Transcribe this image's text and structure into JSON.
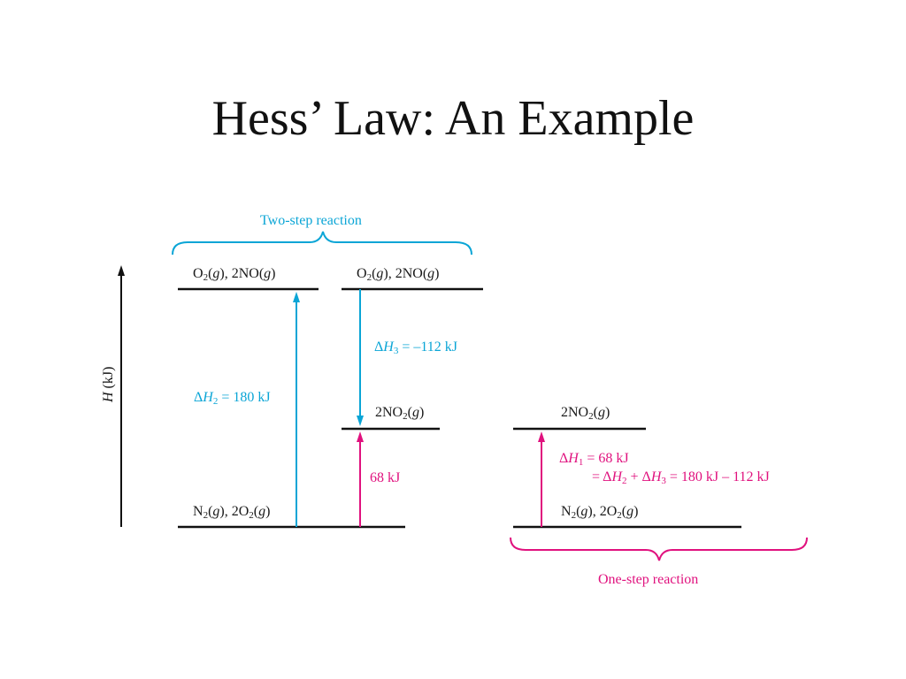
{
  "slide": {
    "title": "Hess’ Law:  An Example"
  },
  "diagram": {
    "axis_label": {
      "main": "H",
      "unit": " (kJ)"
    },
    "brackets": {
      "two_step": "Two-step reaction",
      "one_step": "One-step reaction"
    },
    "levels": {
      "o2_2no_left": {
        "a": "O",
        "a_sub": "2",
        "b": "(",
        "g": "g",
        "c": "), 2NO(",
        "g2": "g",
        "d": ")"
      },
      "o2_2no_mid": {
        "a": "O",
        "a_sub": "2",
        "b": "(",
        "g": "g",
        "c": "), 2NO(",
        "g2": "g",
        "d": ")"
      },
      "no2_mid": {
        "a": "2NO",
        "a_sub": "2",
        "b": "(",
        "g": "g",
        "d": ")"
      },
      "no2_right": {
        "a": "2NO",
        "a_sub": "2",
        "b": "(",
        "g": "g",
        "d": ")"
      },
      "n2_2o2_left": {
        "a": "N",
        "a_sub": "2",
        "b": "(",
        "g": "g",
        "c": "), 2O",
        "c_sub": "2",
        "c2": "(",
        "g2": "g",
        "d": ")"
      },
      "n2_2o2_right": {
        "a": "N",
        "a_sub": "2",
        "b": "(",
        "g": "g",
        "c": "), 2O",
        "c_sub": "2",
        "c2": "(",
        "g2": "g",
        "d": ")"
      }
    },
    "arrows": {
      "dh2": {
        "delta": "Δ",
        "h": "H",
        "sub": "2",
        "rest": " = 180 kJ"
      },
      "dh3": {
        "delta": "Δ",
        "h": "H",
        "sub": "3",
        "rest": " = –112 kJ"
      },
      "mid_68": {
        "text": "68 kJ"
      },
      "dh1": {
        "delta": "Δ",
        "h": "H",
        "sub": "1",
        "rest": " = 68 kJ"
      },
      "dh1_sum": {
        "p1": "= Δ",
        "h2": "H",
        "s2": "2",
        "p2": " + Δ",
        "h3": "H",
        "s3": "3",
        "p3": " = 180 kJ – 112 kJ"
      }
    },
    "colors": {
      "blue": "#0aa5d6",
      "magenta": "#e0117e",
      "black": "#111111"
    }
  }
}
